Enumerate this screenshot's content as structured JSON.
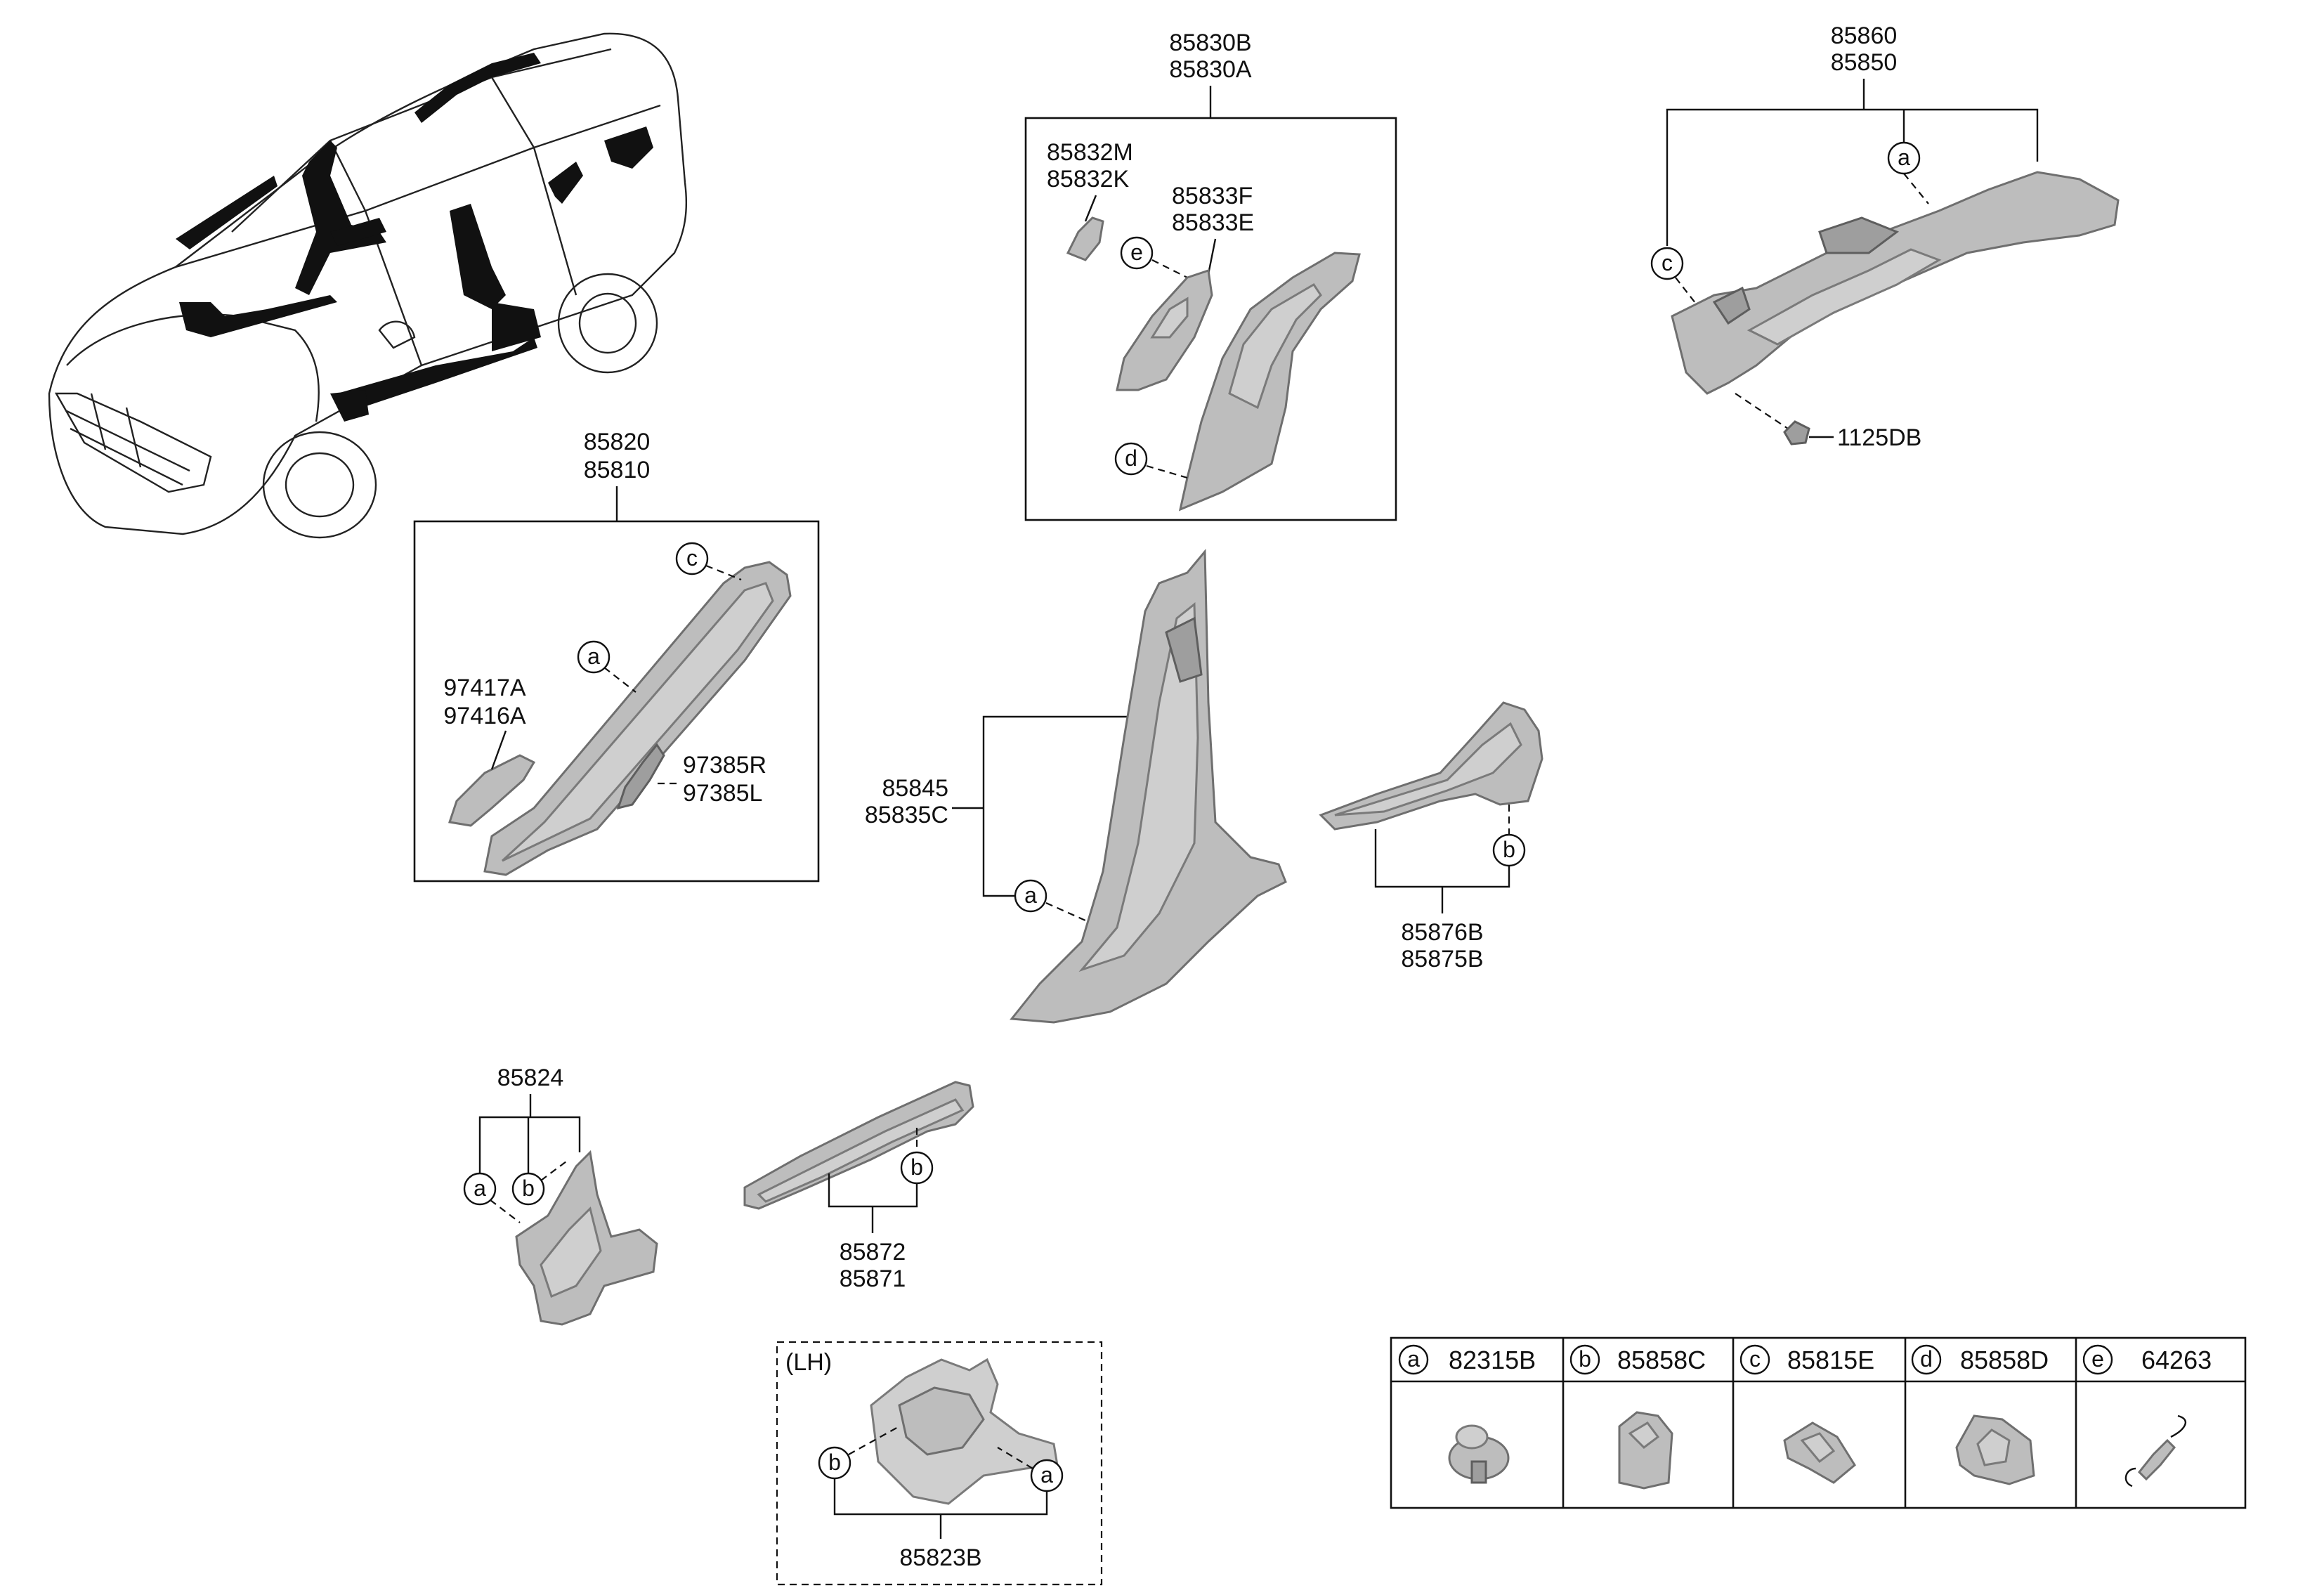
{
  "callouts": {
    "main_car": {},
    "a_pillar_group": {
      "labels": [
        "85820",
        "85810"
      ]
    },
    "a_pillar_sub_grip": {
      "labels": [
        "97417A",
        "97416A"
      ]
    },
    "a_pillar_sub_clip": {
      "labels": [
        "97385R",
        "97385L"
      ]
    },
    "b_pillar_upper_group": {
      "labels": [
        "85830B",
        "85830A"
      ]
    },
    "b_pillar_upper_sub1": {
      "labels": [
        "85832M",
        "85832K"
      ]
    },
    "b_pillar_upper_sub2": {
      "labels": [
        "85833F",
        "85833E"
      ]
    },
    "c_pillar_group": {
      "labels": [
        "85860",
        "85850"
      ]
    },
    "screw": {
      "label": "1125DB"
    },
    "b_pillar_lower": {
      "labels": [
        "85845",
        "85835C"
      ]
    },
    "rear_scuff": {
      "labels": [
        "85876B",
        "85875B"
      ]
    },
    "cowl_side": {
      "label": "85824"
    },
    "front_scuff": {
      "labels": [
        "85872",
        "85871"
      ]
    },
    "lh_cover": {
      "tag": "(LH)",
      "label": "85823B"
    }
  },
  "circle_letters": [
    "a",
    "b",
    "c",
    "d",
    "e"
  ],
  "legend": [
    {
      "letter": "a",
      "part": "82315B"
    },
    {
      "letter": "b",
      "part": "85858C"
    },
    {
      "letter": "c",
      "part": "85815E"
    },
    {
      "letter": "d",
      "part": "85858D"
    },
    {
      "letter": "e",
      "part": "64263"
    }
  ]
}
